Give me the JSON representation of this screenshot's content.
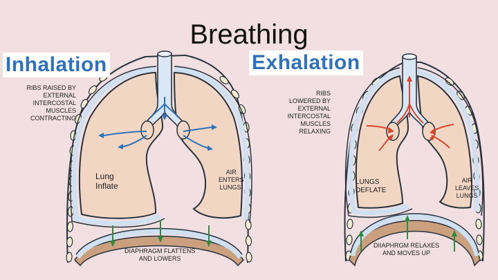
{
  "title": "Breathing",
  "inhalation": {
    "heading": "Inhalation",
    "ribs_label": "RIBS RAISED BY\nEXTERNAL\nINTERCOSTAL\nMUSCLES\nCONTRACTING",
    "lung_label": "Lung\nInflate",
    "air_label": "AIR\nENTERS\nLUNGS.",
    "diaphragm_label": "DIAPHRAGM FLATTENS\nAND LOWERS"
  },
  "exhalation": {
    "heading": "Exhalation",
    "ribs_label": "RIBS\nLOWERED BY\nEXTERNAL\nINTERCOSTAL\nMUSCLES\nRELAXING",
    "lung_label": "LUNGS\nDEFLATE",
    "air_label": "AIR\nLEAVES\nLUNGS",
    "diaphragm_label": "DIIAPHRGM RELAXES\nAND MOVES UP"
  },
  "colors": {
    "background": "#f1dfe1",
    "heading": "#2f72bb",
    "lung_fill": "#f2d6c4",
    "pleura": "#cfe0f1",
    "outline": "#28323c",
    "inhale_arrow": "#2f72bb",
    "exhale_arrow": "#d9462b",
    "diaphragm_arrow": "#2e8a3c"
  }
}
